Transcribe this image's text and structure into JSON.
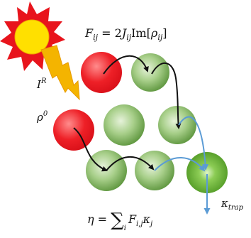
{
  "equations": {
    "flux": {
      "lhs": "F",
      "lhs_sub": "ij",
      "mid": " = 2",
      "coef": "J",
      "coef_sub": "ij",
      "im": "Im[",
      "rho": "ρ",
      "rho_sub": "ij",
      "close": "]"
    },
    "efficiency": {
      "lhs": "η = ",
      "sum": "∑",
      "sum_sub": "i",
      "term": "F",
      "term_sub": "i,j",
      "kappa": "κ",
      "kappa_sub": "j"
    }
  },
  "labels": {
    "irradiance": "I",
    "irradiance_sup": "R",
    "initial_state": "ρ",
    "initial_state_sup": "0",
    "trap_rate": "κ",
    "trap_rate_sub": "trap"
  },
  "colors": {
    "excited_site": "#e0121c",
    "ground_site": "#5e9a3c",
    "trap_site": "#4f9a1e",
    "sun": "#ffe000",
    "sun_rays": "#e8141c",
    "lightning": "#f4b400",
    "transfer_arrow": "#111111",
    "trap_arrow": "#5b9bd5"
  },
  "icons": {
    "sun": "sun-icon",
    "lightning": "lightning-icon"
  }
}
